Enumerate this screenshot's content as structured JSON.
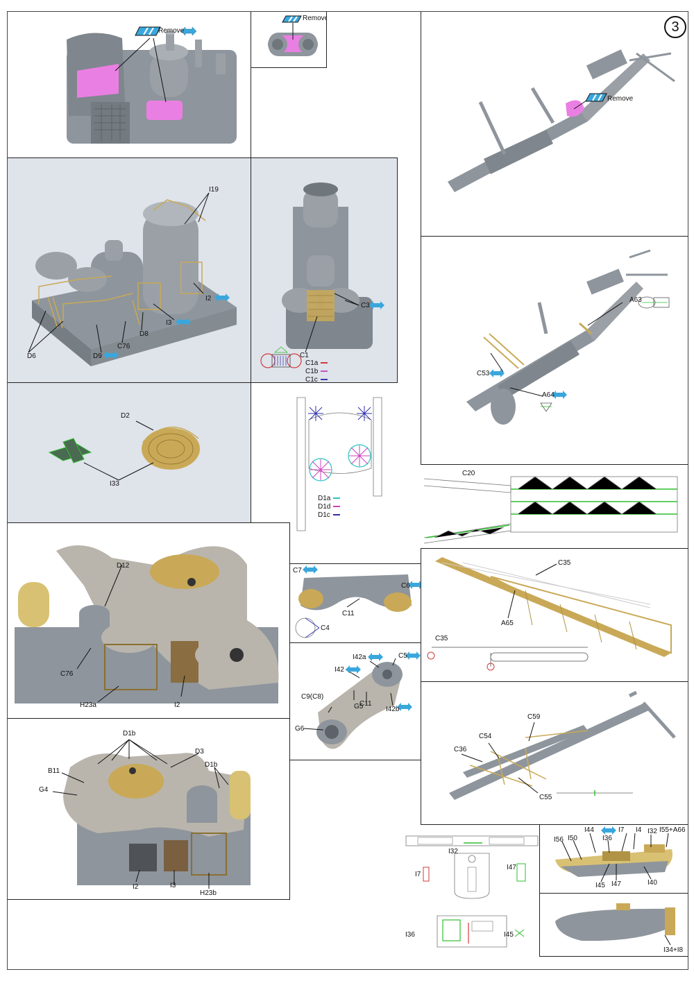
{
  "step_number": "3",
  "remove_label": "Remove",
  "colors": {
    "gray_part": "#8e959c",
    "gray_light": "#a7adb3",
    "magenta": "#ea7fe3",
    "brass": "#c9a957",
    "arrow_blue": "#3aa7dc",
    "c1a": "#d23a3a",
    "c1b": "#c455c4",
    "c1c": "#3b3bb0",
    "d1a": "#28c3c3",
    "d1d": "#d040c0",
    "d1c": "#2e2ea8",
    "green_edge": "#2fbf2f"
  },
  "panel_tower": {
    "labels": [
      "I19",
      "I2",
      "I3",
      "D8",
      "C76",
      "D9",
      "D6"
    ]
  },
  "panel_c1": {
    "labels": [
      "C3",
      "C1"
    ],
    "legend": [
      "C1a",
      "C1b",
      "C1c"
    ]
  },
  "panel_d2": {
    "labels": [
      "D2",
      "I33"
    ]
  },
  "panel_d1_legend": [
    "D1a",
    "D1d",
    "D1c"
  ],
  "panel_crane_arm": {
    "labels": [
      "A63",
      "C53",
      "A64"
    ]
  },
  "panel_c20": {
    "label": "C20"
  },
  "panel_deck1": {
    "labels": [
      "D12",
      "C76",
      "H23a",
      "I2"
    ]
  },
  "panel_c7": {
    "labels": [
      "C7",
      "C6",
      "C11",
      "C4"
    ]
  },
  "panel_c5": {
    "labels": [
      "I42a",
      "C5",
      "I42",
      "C11",
      "G5",
      "C9(C8)",
      "I42b",
      "G6"
    ]
  },
  "panel_c35": {
    "labels": [
      "C35",
      "A65",
      "C35"
    ]
  },
  "panel_deck2": {
    "labels": [
      "D1b",
      "D3",
      "D1b",
      "B11",
      "G4",
      "I2",
      "I3",
      "H23b"
    ]
  },
  "panel_boom": {
    "labels": [
      "C59",
      "C54",
      "C36",
      "C55"
    ]
  },
  "panel_i32": {
    "labels": [
      "I32",
      "I7",
      "I47",
      "I36",
      "I45"
    ]
  },
  "panel_boat": {
    "labels": [
      "I44",
      "I7",
      "I4",
      "I32",
      "I55+A66",
      "I56",
      "I50",
      "I36",
      "I45",
      "I47",
      "I40"
    ]
  },
  "panel_boat2": {
    "label": "I34+I8"
  }
}
